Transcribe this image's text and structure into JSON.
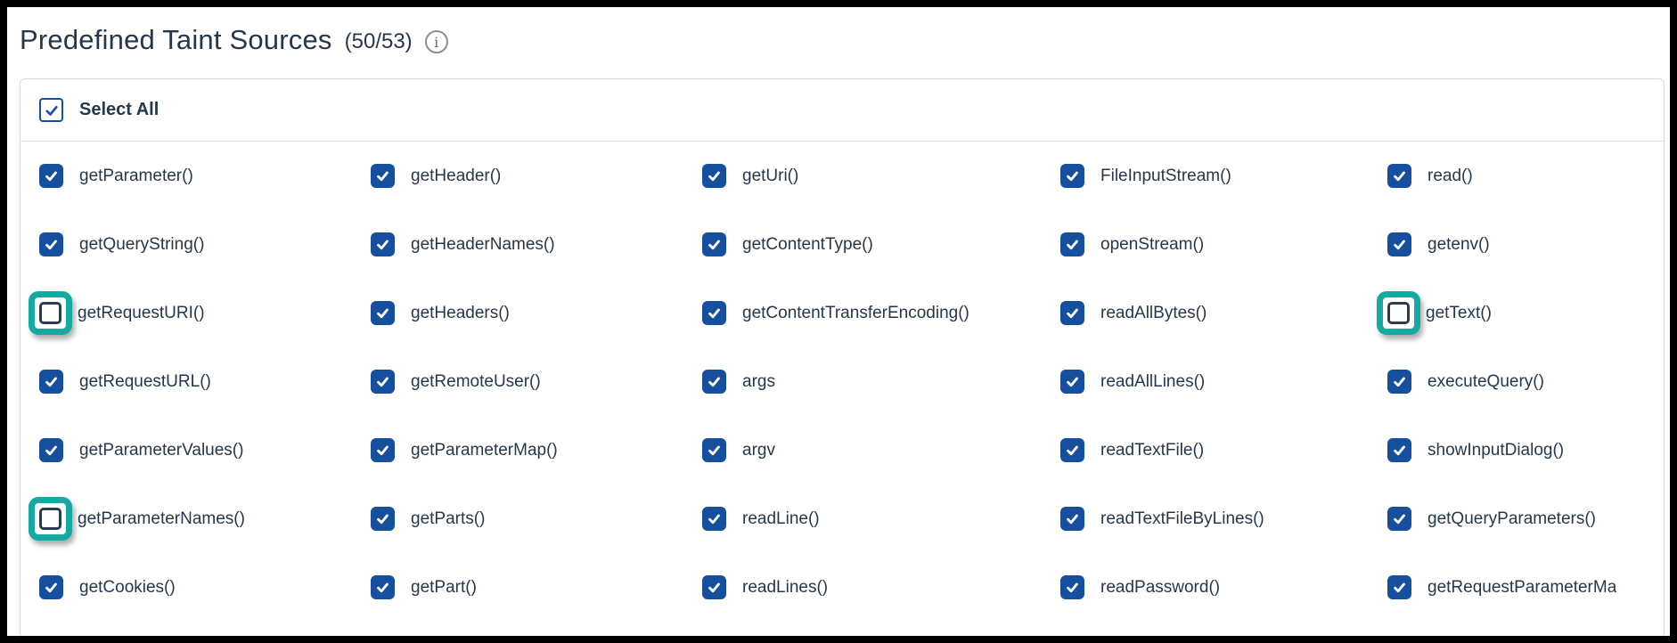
{
  "header": {
    "title": "Predefined Taint Sources",
    "count": "(50/53)",
    "info_icon": "i"
  },
  "panel": {
    "select_all_label": "Select All",
    "select_all_checked": true
  },
  "colors": {
    "checkbox_blue": "#164f9e",
    "highlight_teal": "#14aaa2",
    "text_navy": "#25384b"
  },
  "columns": [
    {
      "items": [
        {
          "label": "getParameter()",
          "checked": true,
          "highlighted": false
        },
        {
          "label": "getQueryString()",
          "checked": true,
          "highlighted": false
        },
        {
          "label": "getRequestURI()",
          "checked": false,
          "highlighted": true
        },
        {
          "label": "getRequestURL()",
          "checked": true,
          "highlighted": false
        },
        {
          "label": "getParameterValues()",
          "checked": true,
          "highlighted": false
        },
        {
          "label": "getParameterNames()",
          "checked": false,
          "highlighted": true
        },
        {
          "label": "getCookies()",
          "checked": true,
          "highlighted": false
        }
      ]
    },
    {
      "items": [
        {
          "label": "getHeader()",
          "checked": true,
          "highlighted": false
        },
        {
          "label": "getHeaderNames()",
          "checked": true,
          "highlighted": false
        },
        {
          "label": "getHeaders()",
          "checked": true,
          "highlighted": false
        },
        {
          "label": "getRemoteUser()",
          "checked": true,
          "highlighted": false
        },
        {
          "label": "getParameterMap()",
          "checked": true,
          "highlighted": false
        },
        {
          "label": "getParts()",
          "checked": true,
          "highlighted": false
        },
        {
          "label": "getPart()",
          "checked": true,
          "highlighted": false
        }
      ]
    },
    {
      "items": [
        {
          "label": "getUri()",
          "checked": true,
          "highlighted": false
        },
        {
          "label": "getContentType()",
          "checked": true,
          "highlighted": false
        },
        {
          "label": "getContentTransferEncoding()",
          "checked": true,
          "highlighted": false
        },
        {
          "label": "args",
          "checked": true,
          "highlighted": false
        },
        {
          "label": "argv",
          "checked": true,
          "highlighted": false
        },
        {
          "label": "readLine()",
          "checked": true,
          "highlighted": false
        },
        {
          "label": "readLines()",
          "checked": true,
          "highlighted": false
        }
      ]
    },
    {
      "items": [
        {
          "label": "FileInputStream()",
          "checked": true,
          "highlighted": false
        },
        {
          "label": "openStream()",
          "checked": true,
          "highlighted": false
        },
        {
          "label": "readAllBytes()",
          "checked": true,
          "highlighted": false
        },
        {
          "label": "readAllLines()",
          "checked": true,
          "highlighted": false
        },
        {
          "label": "readTextFile()",
          "checked": true,
          "highlighted": false
        },
        {
          "label": "readTextFileByLines()",
          "checked": true,
          "highlighted": false
        },
        {
          "label": "readPassword()",
          "checked": true,
          "highlighted": false
        }
      ]
    },
    {
      "items": [
        {
          "label": "read()",
          "checked": true,
          "highlighted": false
        },
        {
          "label": "getenv()",
          "checked": true,
          "highlighted": false
        },
        {
          "label": "getText()",
          "checked": false,
          "highlighted": true
        },
        {
          "label": "executeQuery()",
          "checked": true,
          "highlighted": false
        },
        {
          "label": "showInputDialog()",
          "checked": true,
          "highlighted": false
        },
        {
          "label": "getQueryParameters()",
          "checked": true,
          "highlighted": false
        },
        {
          "label": "getRequestParameterMap()",
          "checked": true,
          "highlighted": false
        }
      ]
    }
  ]
}
